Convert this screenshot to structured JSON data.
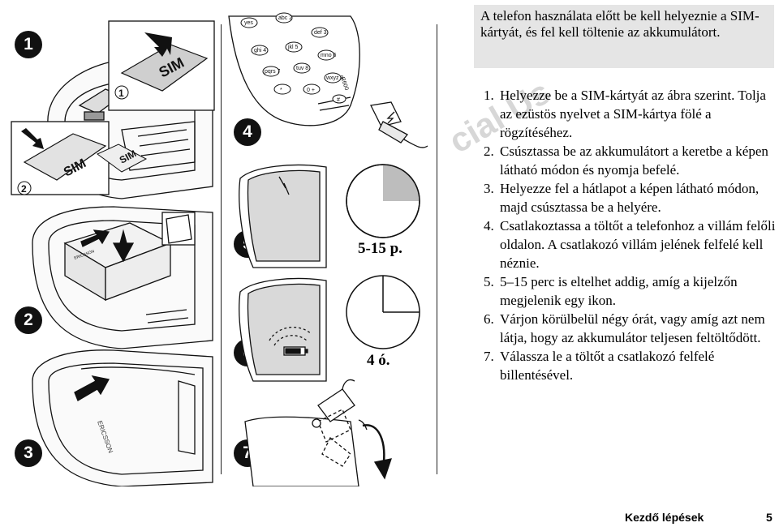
{
  "illustration": {
    "steps": [
      "1",
      "2",
      "3",
      "4",
      "5",
      "6",
      "7"
    ],
    "sub_markers": [
      "1",
      "2"
    ],
    "sim_label": "SIM",
    "keypad_keys": [
      "yes",
      "abc 2",
      "def 3",
      "ghi 4",
      "jkl 5",
      "mno 6",
      "pqrs 7",
      "tuv 8",
      "wxyz 9",
      "*",
      "0 +",
      "#"
    ],
    "model_label": "R600",
    "brand_label": "ERICSSON",
    "battery_label": "ERICSSON",
    "timer_5": "5-15 p.",
    "timer_6": "4 ó.",
    "watermark": "cial Us"
  },
  "intro": "A telefon használata előtt be kell helyeznie a SIM-kártyát, és fel kell töltenie az akkumulátort.",
  "instructions": [
    {
      "num": "1.",
      "text": "Helyezze be a SIM-kártyát az ábra szerint. Tolja az ezüstös nyelvet a SIM-kártya fölé a rögzítéséhez."
    },
    {
      "num": "2.",
      "text": "Csúsztassa be az akkumulátort a keretbe a képen látható módon és nyomja befelé."
    },
    {
      "num": "3.",
      "text": "Helyezze fel a hátlapot a képen látható módon, majd csúsztassa be a helyére."
    },
    {
      "num": "4.",
      "text": "Csatlakoztassa a töltőt a telefonhoz a villám felőli oldalon. A csatlakozó villám jelének felfelé kell néznie."
    },
    {
      "num": "5.",
      "text": "5–15 perc is eltelhet addig, amíg a kijelzőn megjelenik egy ikon."
    },
    {
      "num": "6.",
      "text": "Várjon körülbelül négy órát, vagy amíg azt nem látja, hogy az akkumulátor teljesen feltöltődött."
    },
    {
      "num": "7.",
      "text": "Válassza le a töltőt a csatlakozó felfelé billentésével."
    }
  ],
  "footer": {
    "section": "Kezdő lépések",
    "page": "5"
  }
}
